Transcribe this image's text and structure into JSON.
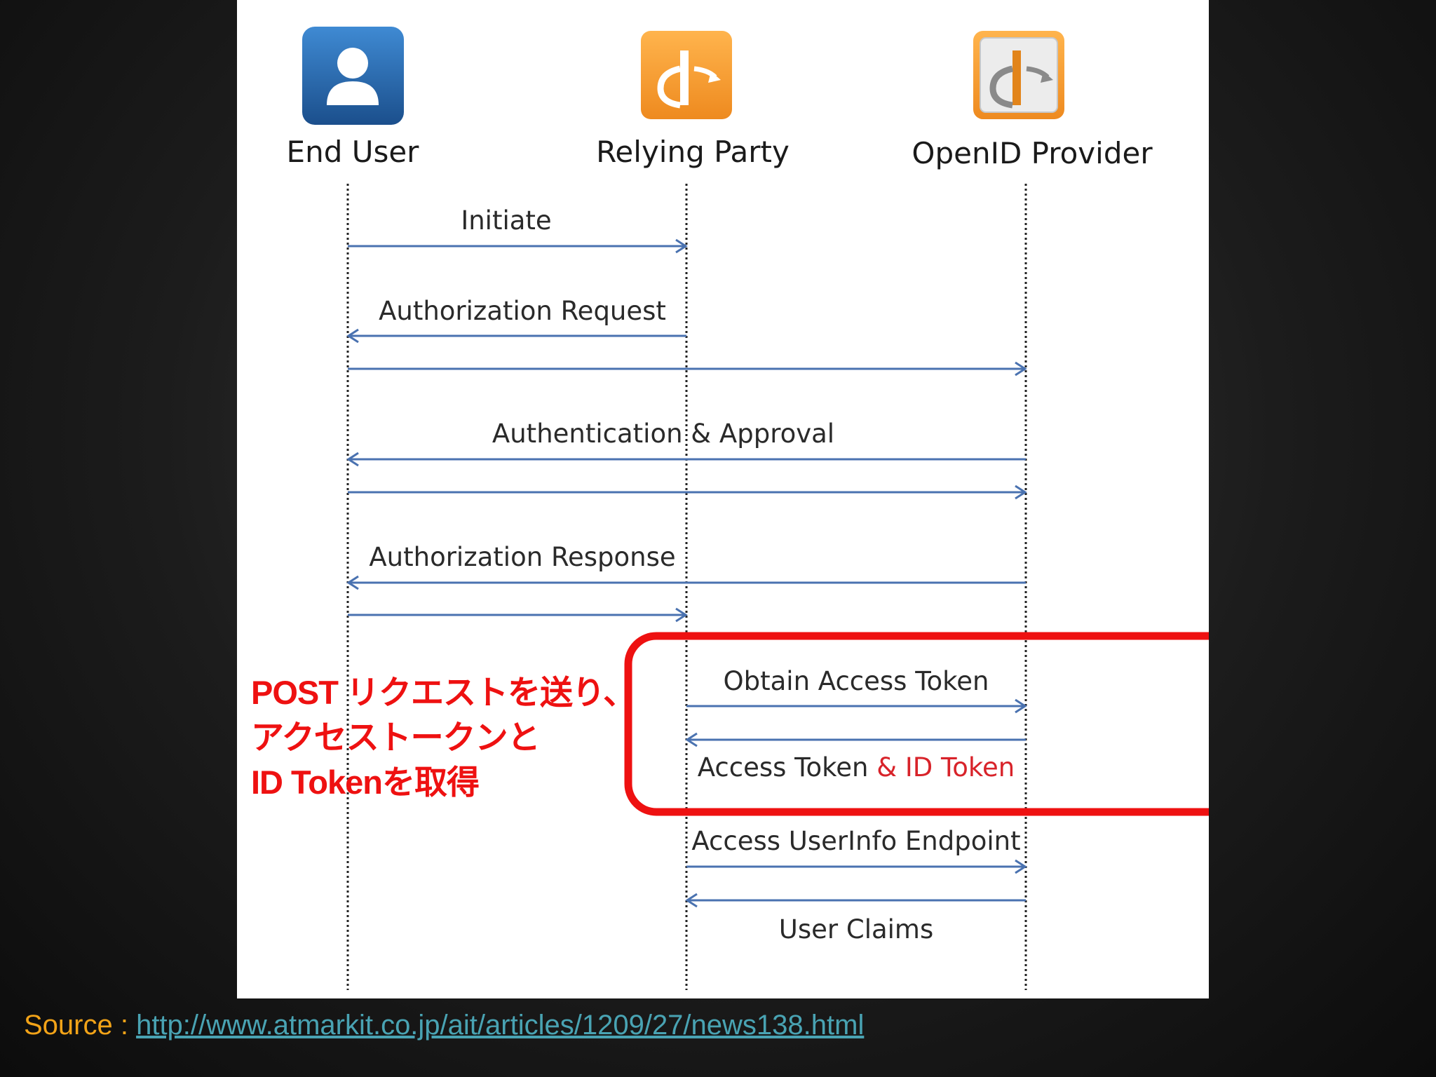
{
  "actors": [
    {
      "name": "End User",
      "icon": "user-icon"
    },
    {
      "name": "Relying Party",
      "icon": "openid-icon"
    },
    {
      "name": "OpenID Provider",
      "icon": "openid-icon"
    }
  ],
  "messages": {
    "initiate": "Initiate",
    "authorization_request": "Authorization Request",
    "authentication_approval": "Authentication & Approval",
    "authorization_response": "Authorization Response",
    "obtain_access_token": "Obtain Access Token",
    "access_token": "Access Token",
    "id_token": "& ID Token",
    "access_userinfo_endpoint": "Access UserInfo Endpoint",
    "user_claims": "User Claims"
  },
  "annotation": {
    "lines": [
      "POST リクエストを送り、",
      "アクセストークンと",
      "ID Tokenを取得"
    ]
  },
  "footer": {
    "source_label": "Source : ",
    "source_url": "http://www.atmarkit.co.jp/ait/articles/1209/27/news138.html"
  },
  "colors": {
    "arrow": "#4a72b0",
    "highlight_box": "#ee1111",
    "accent_text": "#d8232a",
    "openid_orange": "#f39a2c",
    "user_blue": "#2a6db3"
  }
}
